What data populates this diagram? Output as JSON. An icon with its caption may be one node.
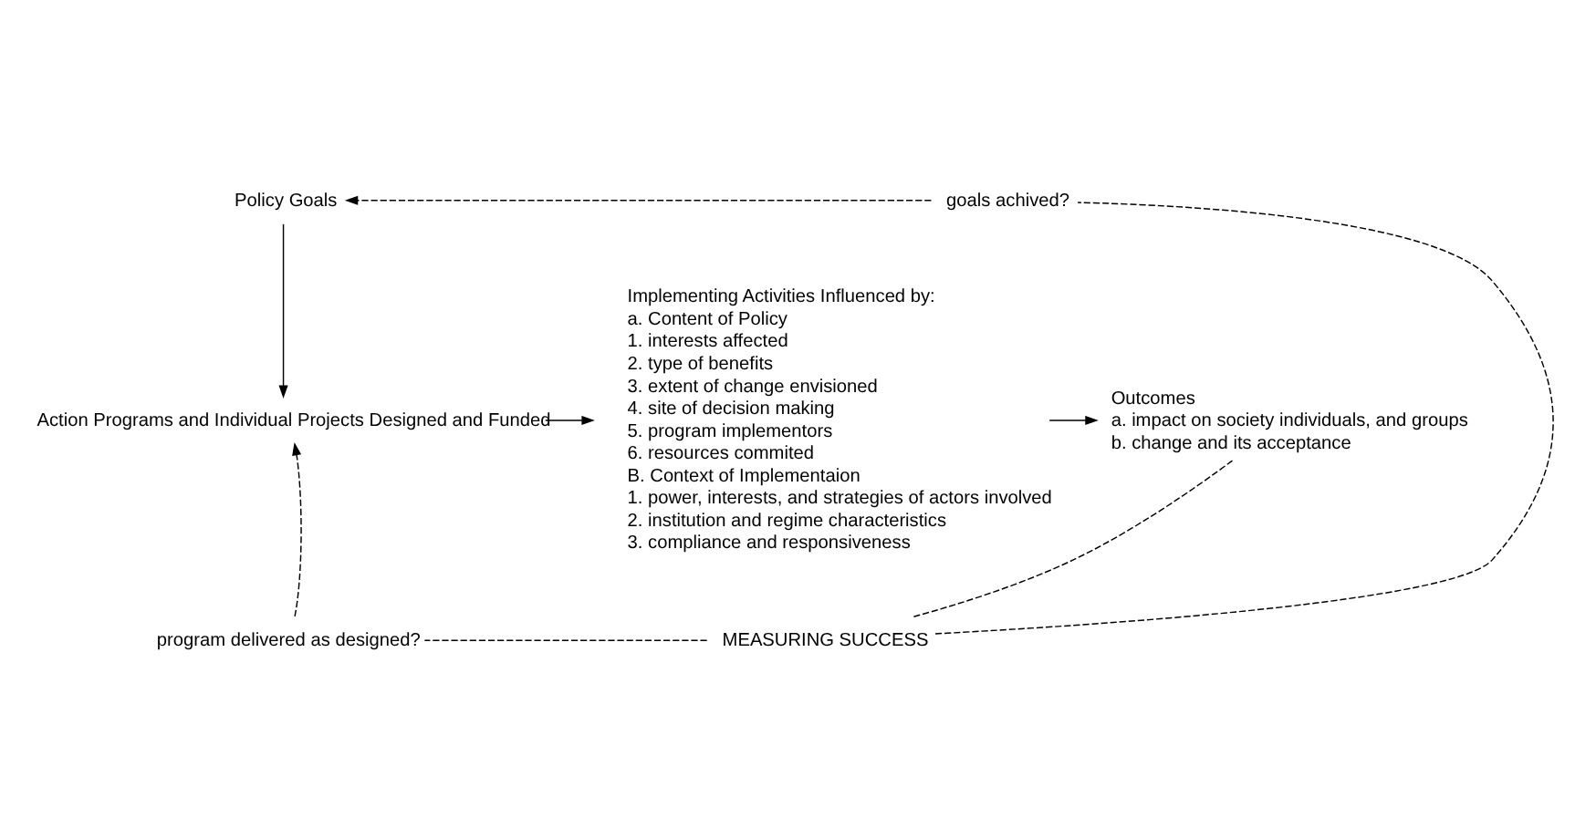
{
  "diagram": {
    "nodes": [
      {
        "text": [
          "Policy Goals"
        ]
      },
      {
        "text": [
          "Action Programs and Individual Projects Designed and Funded"
        ]
      },
      {
        "text": [
          "Implementing Activities Influenced by:",
          "a. Content of Policy",
          "1. interests affected",
          "2. type of benefits",
          "3. extent of change envisioned",
          "4. site of decision making",
          "5. program implementors",
          "6. resources commited",
          "B. Context of Implementaion",
          "1. power, interests, and strategies of actors involved",
          "2. institution and regime characteristics",
          "3. compliance and responsiveness"
        ]
      },
      {
        "text": [
          "Outcomes",
          "a. impact on society individuals, and groups",
          "b. change and its acceptance"
        ]
      },
      {
        "text": [
          "MEASURING SUCCESS"
        ]
      },
      {
        "text": [
          "goals achived?"
        ]
      },
      {
        "text": [
          "program delivered as designed?"
        ]
      }
    ],
    "edges": [
      {
        "from": 0,
        "to": 1,
        "arrow": "to"
      },
      {
        "from": 1,
        "to": 2,
        "arrow": "to"
      },
      {
        "from": 2,
        "to": 3,
        "arrow": "to"
      },
      {
        "from": 4,
        "to": 5,
        "arrow": "none",
        "style": "dashed"
      },
      {
        "from": 5,
        "to": 0,
        "arrow": "to",
        "style": "dashed"
      },
      {
        "from": 4,
        "to": 6,
        "arrow": "none",
        "style": "dashed"
      },
      {
        "from": 6,
        "to": 1,
        "arrow": "to",
        "style": "dashed"
      },
      {
        "from": 4,
        "to": 3,
        "arrow": "none",
        "style": "dashed"
      }
    ]
  }
}
